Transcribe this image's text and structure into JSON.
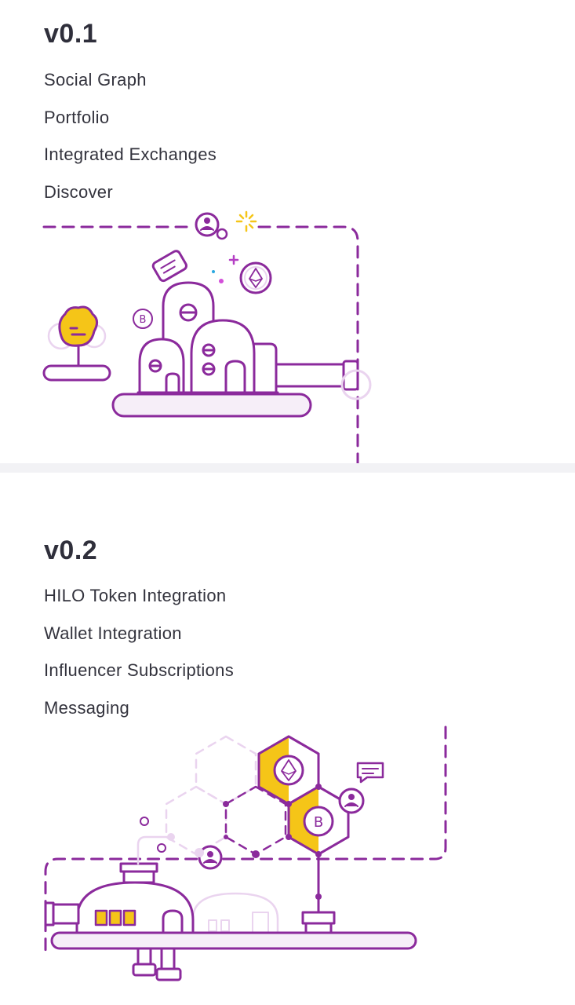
{
  "sections": [
    {
      "version": "v0.1",
      "items": [
        "Social Graph",
        "Portfolio",
        "Integrated Exchanges",
        "Discover"
      ]
    },
    {
      "version": "v0.2",
      "items": [
        "HILO Token Integration",
        "Wallet Integration",
        "Influencer Subscriptions",
        "Messaging"
      ]
    }
  ],
  "colors": {
    "purple": "#8b2a9c",
    "light_purple": "#ead4ef",
    "yellow": "#f5c518",
    "text": "#33333d"
  }
}
